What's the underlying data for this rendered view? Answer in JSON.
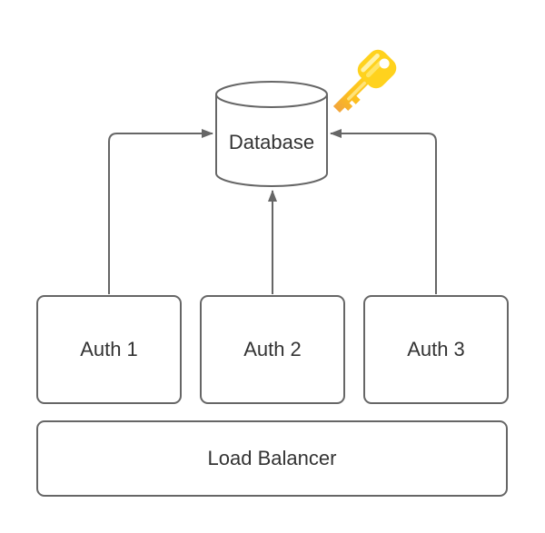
{
  "diagram": {
    "type": "architecture-diagram",
    "colors": {
      "background": "#ffffff",
      "stroke": "#666666",
      "text": "#333333",
      "key_yellow": "#ffd21e",
      "key_orange": "#f2a53c"
    },
    "nodes": {
      "database": {
        "label": "Database",
        "shape": "cylinder"
      },
      "auth1": {
        "label": "Auth 1",
        "shape": "rounded-rect"
      },
      "auth2": {
        "label": "Auth 2",
        "shape": "rounded-rect"
      },
      "auth3": {
        "label": "Auth 3",
        "shape": "rounded-rect"
      },
      "load_balancer": {
        "label": "Load Balancer",
        "shape": "rounded-rect"
      }
    },
    "icons": [
      {
        "name": "key-icon",
        "color": "#ffd21e",
        "position": "top-right-of-database"
      }
    ],
    "edges": [
      {
        "from": "Auth 1",
        "to": "Database",
        "arrowhead": "end"
      },
      {
        "from": "Auth 2",
        "to": "Database",
        "arrowhead": "end"
      },
      {
        "from": "Auth 3",
        "to": "Database",
        "arrowhead": "end"
      }
    ]
  }
}
